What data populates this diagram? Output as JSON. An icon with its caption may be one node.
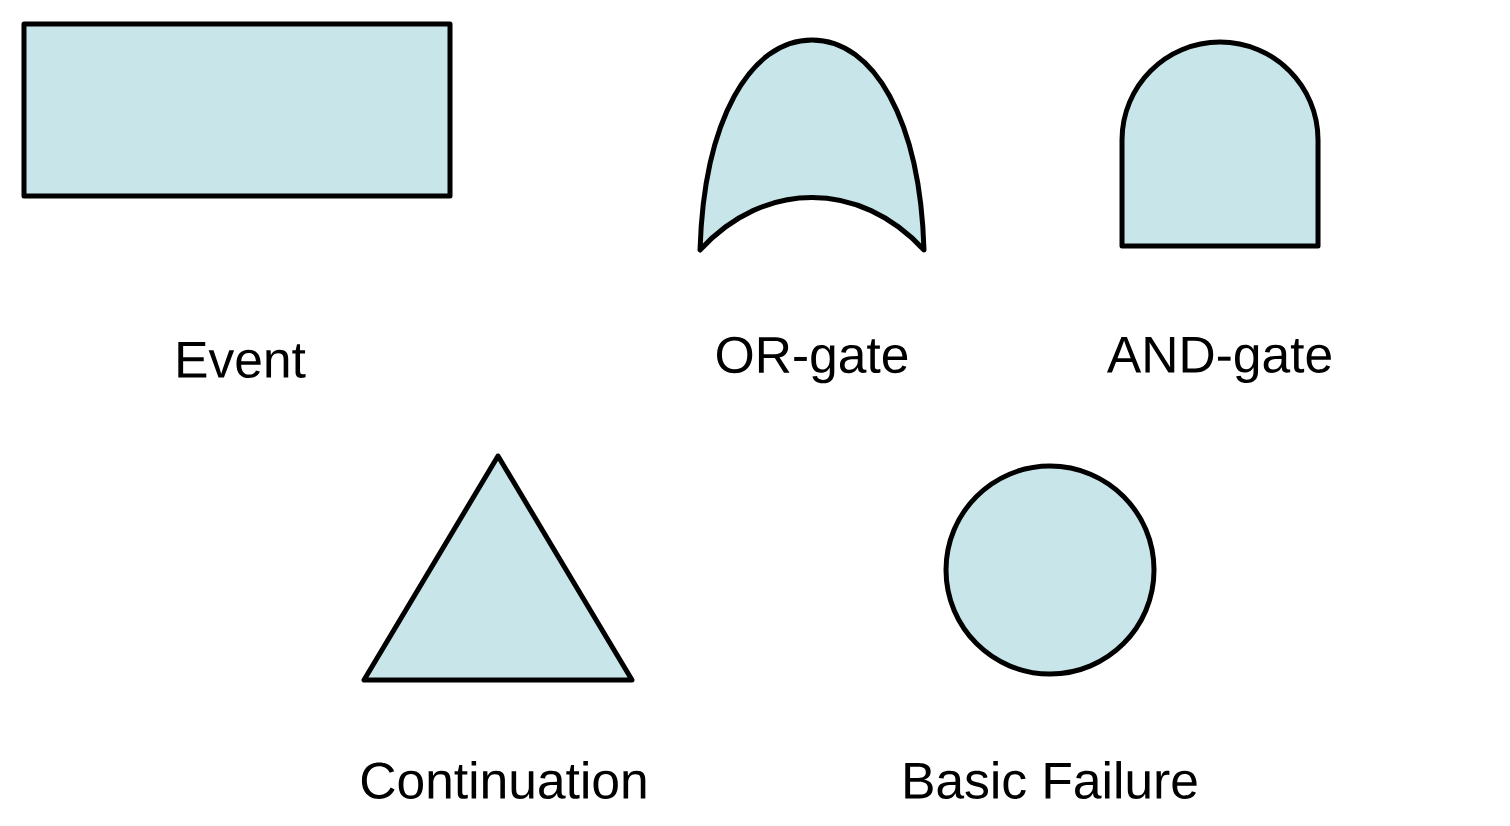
{
  "diagram": {
    "nodes": [
      {
        "text": [
          "Event"
        ]
      },
      {
        "text": [
          "OR-gate"
        ]
      },
      {
        "text": [
          "AND-gate"
        ]
      },
      {
        "text": [
          "Continuation"
        ]
      },
      {
        "text": [
          "Basic Failure"
        ]
      }
    ]
  }
}
